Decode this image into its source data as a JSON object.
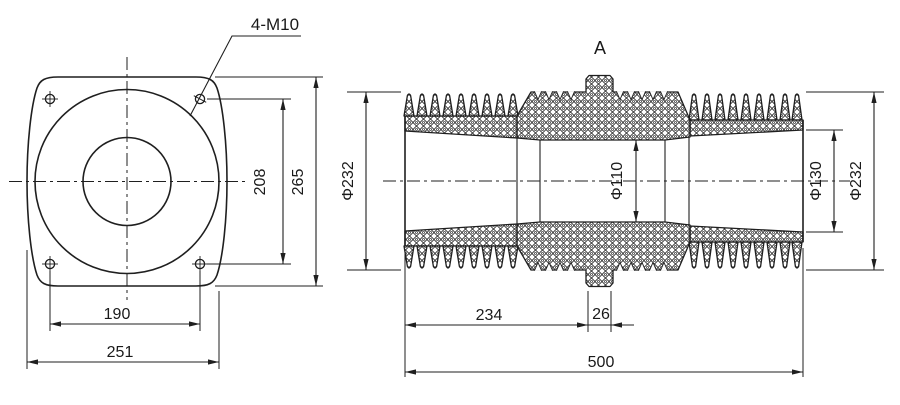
{
  "front": {
    "bolt_spec": "4-M10",
    "bolt_span_v": "208",
    "height": "265",
    "bolt_span_h": "190",
    "width": "251"
  },
  "section": {
    "detail": "A",
    "od_left": "Φ232",
    "bore_mid": "Φ110",
    "bore_right": "Φ130",
    "od_right": "Φ232",
    "len_front": "234",
    "lug_w": "26",
    "len_total": "500"
  },
  "colors": {
    "line": "#1f1f1f",
    "bg": "#ffffff"
  }
}
